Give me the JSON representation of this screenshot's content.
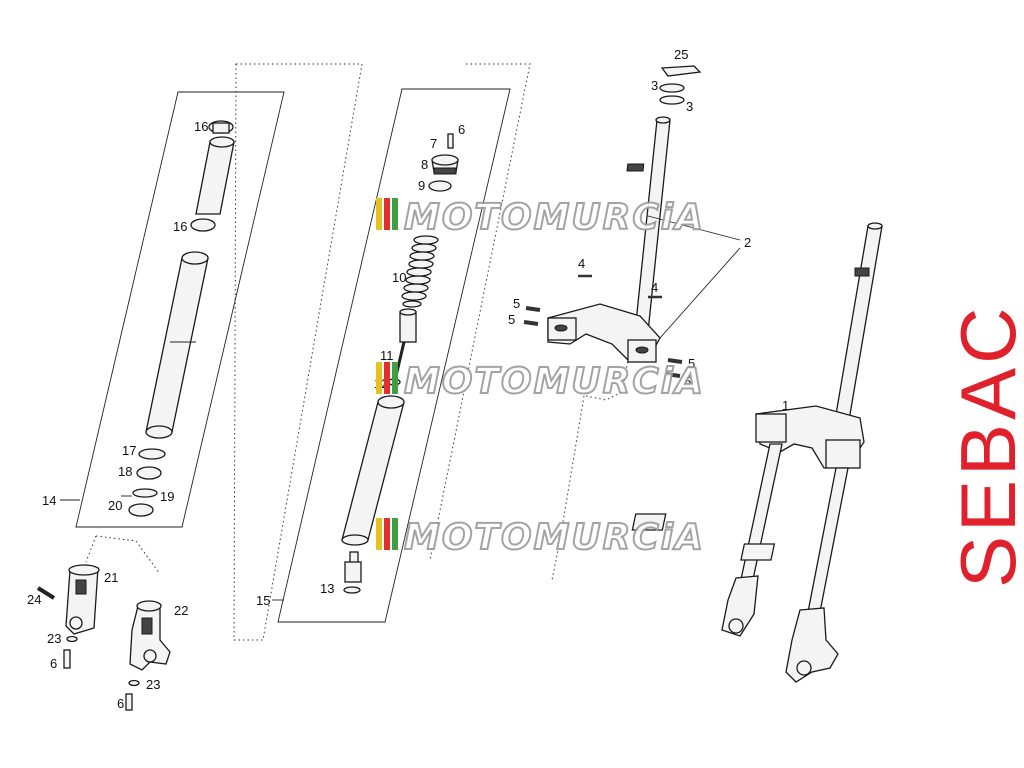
{
  "callouts": {
    "c1": "1",
    "c2": "2",
    "c3a": "3",
    "c3b": "3",
    "c4a": "4",
    "c4b": "4",
    "c5a": "5",
    "c5b": "5",
    "c5c": "5",
    "c5d": "5",
    "c6a": "6",
    "c6b": "6",
    "c6c": "6",
    "c7": "7",
    "c8": "8",
    "c9": "9",
    "c10": "10",
    "c11": "11",
    "c12": "12",
    "c13": "13",
    "c14": "14",
    "c15": "15",
    "c16a": "16",
    "c16b": "16",
    "c17": "17",
    "c18": "18",
    "c19": "19",
    "c20": "20",
    "c21": "21",
    "c22": "22",
    "c23a": "23",
    "c23b": "23",
    "c24": "24",
    "c25": "25"
  },
  "watermark": {
    "text": "MOTOMURCiA",
    "stripe_colors": [
      "#e8c020",
      "#e03030",
      "#40a040"
    ]
  },
  "brand": {
    "text": "SEBAC",
    "color": "#e0202a"
  }
}
